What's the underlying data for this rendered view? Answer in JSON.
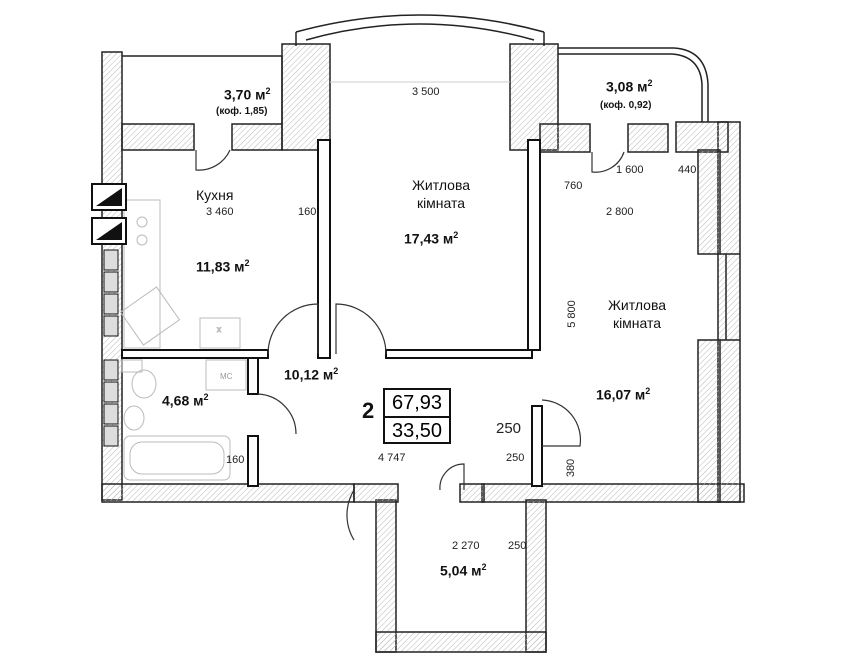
{
  "rooms": {
    "balcony_left": {
      "area": "3,70 м",
      "coef": "(коф. 1,85)"
    },
    "balcony_right": {
      "area": "3,08 м",
      "coef": "(коф. 0,92)"
    },
    "kitchen": {
      "name": "Кухня",
      "width": "3 460",
      "area": "11,83 м"
    },
    "living1": {
      "name_line1": "Житлова",
      "name_line2": "кімната",
      "width": "3 500",
      "area": "17,43 м"
    },
    "living2": {
      "name_line1": "Житлова",
      "name_line2": "кімната",
      "width": "2 800",
      "length": "5 800",
      "area": "16,07 м"
    },
    "bathroom": {
      "area": "4,68 м",
      "wc_label": "МС"
    },
    "hall": {
      "area": "10,12 м",
      "length": "4 747"
    },
    "storage": {
      "width": "2 270",
      "area": "5,04 м"
    }
  },
  "dims": {
    "d160_kitchen": "160",
    "d160_bath": "160",
    "d1600": "1 600",
    "d440": "440",
    "d760": "760",
    "d250_door": "250",
    "d250_small": "250",
    "d250_storage": "250",
    "d380": "380",
    "sup2": "2"
  },
  "summary": {
    "rooms_count": "2",
    "total_area": "67,93",
    "living_area": "33,50"
  }
}
